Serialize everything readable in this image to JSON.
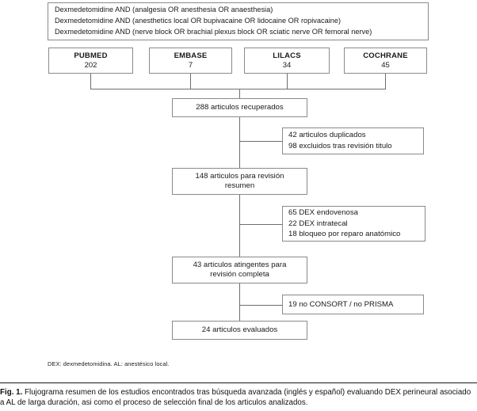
{
  "query_box": {
    "lines": [
      "Dexmedetomidine AND (analgesia OR anesthesia OR anaesthesia)",
      "Dexmedetomidine AND (anesthetics local OR bupivacaine OR lidocaine OR ropivacaine)",
      "Dexmedetomidine AND (nerve block OR brachial plexus block OR sciatic nerve OR femoral nerve)"
    ]
  },
  "databases": [
    {
      "name": "PUBMED",
      "count": "202"
    },
    {
      "name": "EMBASE",
      "count": "7"
    },
    {
      "name": "LILACS",
      "count": "34"
    },
    {
      "name": "COCHRANE",
      "count": "45"
    }
  ],
  "main_boxes": [
    {
      "line1": "288 articulos recuperados",
      "line2": ""
    },
    {
      "line1": "148 articulos para revisión",
      "line2": "resumen"
    },
    {
      "line1": "43 articulos atingentes para",
      "line2": "revisión completa"
    },
    {
      "line1": "24 articulos evaluados",
      "line2": ""
    }
  ],
  "side_boxes": [
    {
      "lines": [
        "42 articulos duplicados",
        "98 excluidos tras revisión titulo"
      ]
    },
    {
      "lines": [
        "65 DEX endovenosa",
        "22 DEX intratecal",
        "18 bloqueo por reparo anatómico"
      ]
    },
    {
      "lines": [
        "19 no CONSORT / no PRISMA"
      ]
    }
  ],
  "footnote": "DEX: dexmedetomidina. AL: anestésico local.",
  "caption": {
    "label": "Fig. 1.",
    "text": "Flujograma resumen de los estudios encontrados tras búsqueda avanzada (inglés y español) evaluando DEX perineural asociado a AL de larga duración, asi como el proceso de selección final de los articulos analizados."
  },
  "colors": {
    "box_border": "#8a8a8a",
    "connector": "#6e6e6e",
    "text": "#1a1a1a",
    "rule": "#1a1a1a",
    "background": "#ffffff"
  }
}
